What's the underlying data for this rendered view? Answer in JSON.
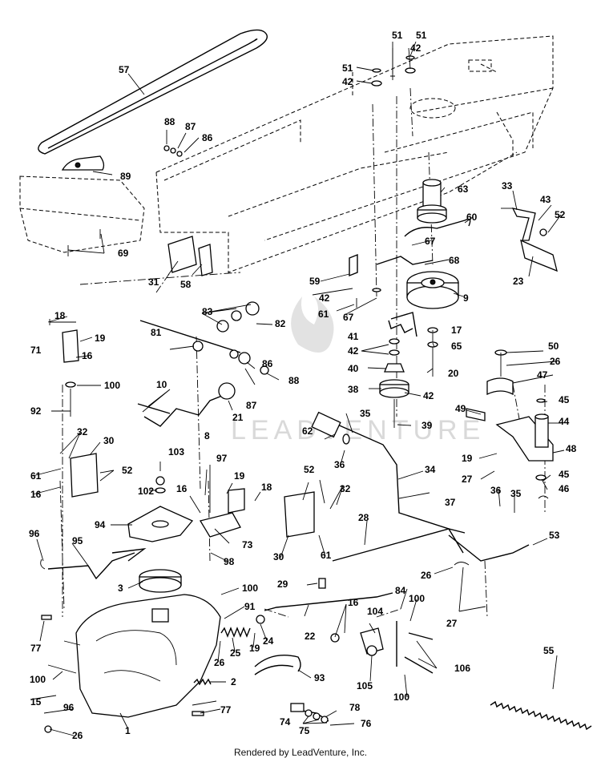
{
  "watermark": {
    "text": "LEADVENTURE"
  },
  "footer": {
    "text": "Rendered by LeadVenture, Inc."
  },
  "callouts": [
    "1",
    "2",
    "3",
    "8",
    "9",
    "10",
    "15",
    "16",
    "17",
    "18",
    "19",
    "20",
    "21",
    "22",
    "23",
    "24",
    "25",
    "26",
    "27",
    "28",
    "29",
    "30",
    "31",
    "32",
    "33",
    "34",
    "35",
    "36",
    "37",
    "38",
    "39",
    "40",
    "41",
    "42",
    "43",
    "44",
    "45",
    "46",
    "47",
    "48",
    "49",
    "50",
    "51",
    "52",
    "53",
    "55",
    "57",
    "58",
    "59",
    "60",
    "61",
    "62",
    "63",
    "65",
    "67",
    "68",
    "69",
    "71",
    "73",
    "74",
    "75",
    "76",
    "77",
    "78",
    "81",
    "82",
    "83",
    "84",
    "86",
    "87",
    "88",
    "89",
    "91",
    "92",
    "93",
    "94",
    "95",
    "96",
    "97",
    "98",
    "100",
    "102",
    "103",
    "104",
    "105",
    "106"
  ]
}
